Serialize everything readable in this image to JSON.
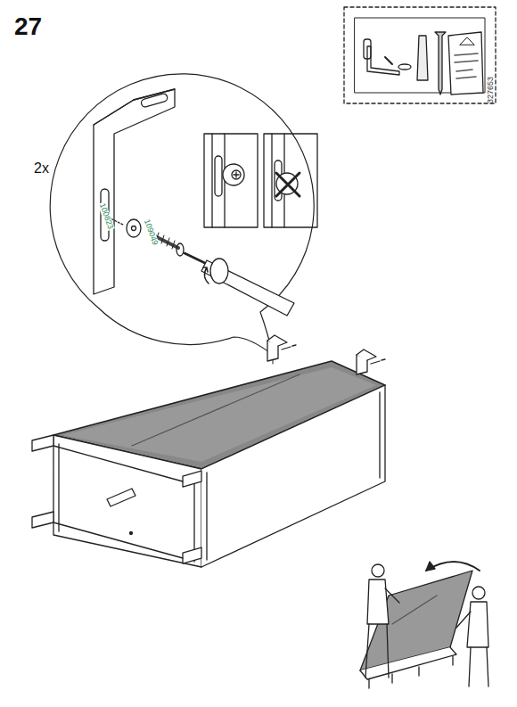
{
  "diagram": {
    "labels": [
      "27",
      "2x",
      "100823",
      "109049",
      "327653"
    ]
  }
}
